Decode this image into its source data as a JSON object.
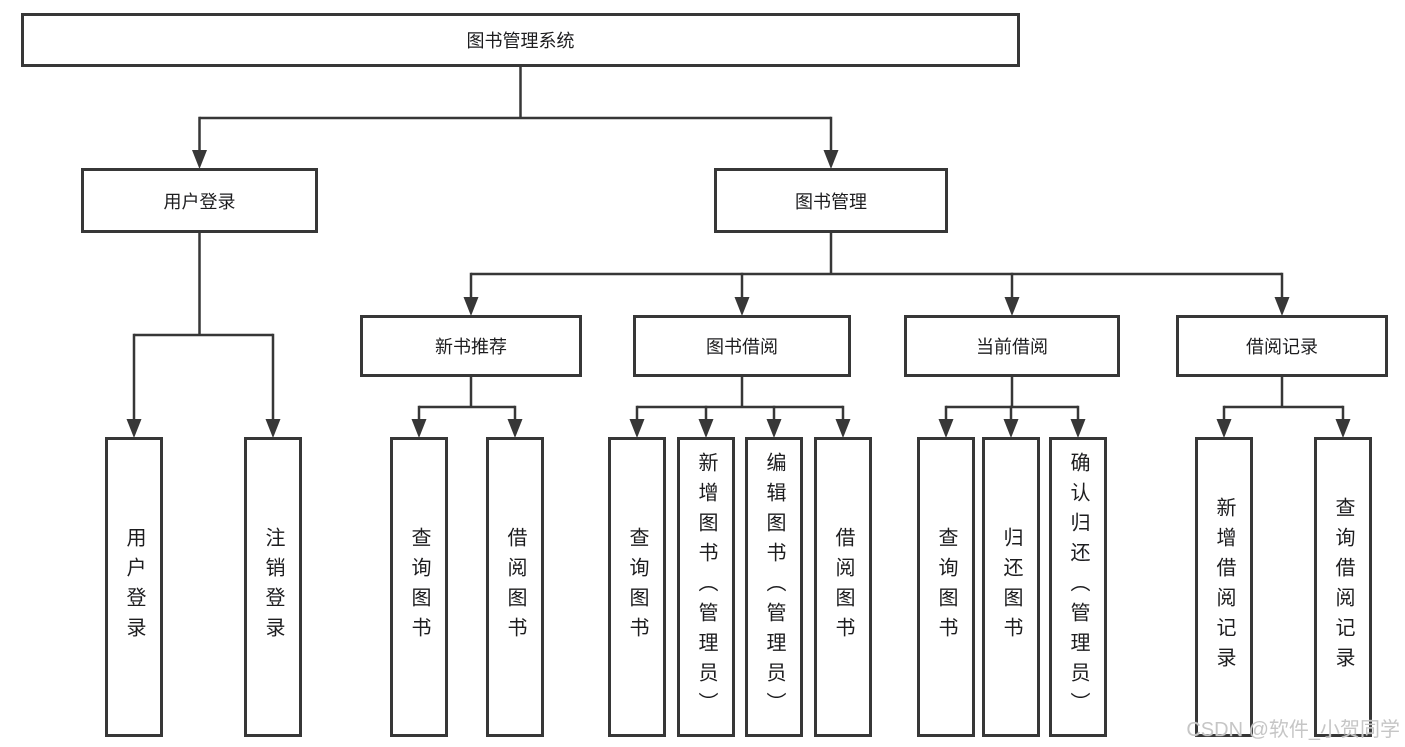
{
  "diagram": {
    "title": "图书管理系统",
    "line_color": "#373737",
    "box_background": "#ffffff",
    "text_color": "#1d1d1f",
    "nodes": [
      {
        "id": "library-management-system",
        "label": "图书管理系统",
        "parent": null,
        "vertical": false
      },
      {
        "id": "user-login",
        "label": "用户登录",
        "parent": "library-management-system",
        "vertical": false
      },
      {
        "id": "book-management",
        "label": "图书管理",
        "parent": "library-management-system",
        "vertical": false
      },
      {
        "id": "new-book-recommendation",
        "label": "新书推荐",
        "parent": "book-management",
        "vertical": false
      },
      {
        "id": "book-borrowing",
        "label": "图书借阅",
        "parent": "book-management",
        "vertical": false
      },
      {
        "id": "current-borrowing",
        "label": "当前借阅",
        "parent": "book-management",
        "vertical": false
      },
      {
        "id": "borrowing-records",
        "label": "借阅记录",
        "parent": "book-management",
        "vertical": false
      },
      {
        "id": "leaf-user-login",
        "label": "用户登录",
        "parent": "user-login",
        "vertical": true
      },
      {
        "id": "leaf-logout",
        "label": "注销登录",
        "parent": "user-login",
        "vertical": true
      },
      {
        "id": "leaf-query-books-recommend",
        "label": "查询图书",
        "parent": "new-book-recommendation",
        "vertical": true
      },
      {
        "id": "leaf-borrow-books-recommend",
        "label": "借阅图书",
        "parent": "new-book-recommendation",
        "vertical": true
      },
      {
        "id": "leaf-query-books-borrow",
        "label": "查询图书",
        "parent": "book-borrowing",
        "vertical": true
      },
      {
        "id": "leaf-add-books-admin",
        "label": "新增图书（管理员）",
        "parent": "book-borrowing",
        "vertical": true
      },
      {
        "id": "leaf-edit-books-admin",
        "label": "编辑图书（管理员）",
        "parent": "book-borrowing",
        "vertical": true
      },
      {
        "id": "leaf-borrow-books",
        "label": "借阅图书",
        "parent": "book-borrowing",
        "vertical": true
      },
      {
        "id": "leaf-query-books-current",
        "label": "查询图书",
        "parent": "current-borrowing",
        "vertical": true
      },
      {
        "id": "leaf-return-books",
        "label": "归还图书",
        "parent": "current-borrowing",
        "vertical": true
      },
      {
        "id": "leaf-confirm-return-admin",
        "label": "确认归还（管理员）",
        "parent": "current-borrowing",
        "vertical": true
      },
      {
        "id": "leaf-add-borrow-record",
        "label": "新增借阅记录",
        "parent": "borrowing-records",
        "vertical": true
      },
      {
        "id": "leaf-query-borrow-record",
        "label": "查询借阅记录",
        "parent": "borrowing-records",
        "vertical": true
      }
    ]
  },
  "watermark": {
    "text": "CSDN @软件_小贺同学"
  }
}
